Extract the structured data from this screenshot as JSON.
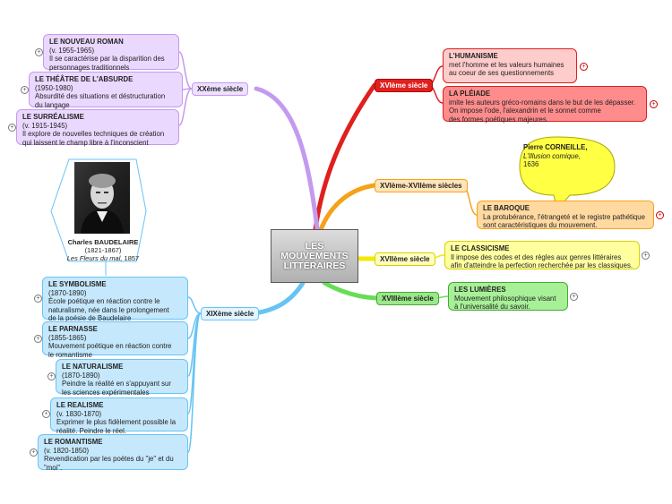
{
  "central": {
    "line1": "LES",
    "line2": "MOUVEMENTS",
    "line3": "LITTÉRAIRES"
  },
  "branches": {
    "xvi": "XVIème siècle",
    "xvi_xvii": "XVIème-XVIIème siècles",
    "xvii": "XVIIème siècle",
    "xviii": "XVIIIème siècle",
    "xx": "XXème siècle",
    "xix": "XIXème siècle"
  },
  "nodes": {
    "humanisme": {
      "title": "L'HUMANISME",
      "l1": "met l'homme et les valeurs humaines",
      "l2": "au coeur de ses questionnements"
    },
    "pleiade": {
      "title": "LA PLÉIADE",
      "l1": "imite les auteurs gréco-romains dans le but de les dépasser.",
      "l2": "On impose l'ode, l'alexandrin et le sonnet comme",
      "l3": "des formes poétiques majeures."
    },
    "baroque": {
      "title": "LE BAROQUE",
      "l1": "La protubérance, l'étrangeté et le registre pathétique",
      "l2": "sont caractéristiques du mouvement."
    },
    "classicisme": {
      "title": "LE CLASSICISME",
      "l1": "Il impose des codes et des règles aux genres littéraires",
      "l2": "afin d'atteindre la perfection recherchée par les classiques."
    },
    "lumieres": {
      "title": "LES LUMIÈRES",
      "l1": "Mouvement philosophique visant",
      "l2": "à l'universalité du savoir."
    },
    "nouveau_roman": {
      "title": "LE NOUVEAU ROMAN",
      "l1": "(v. 1955-1965)",
      "l2": "Il se caractérise par la disparition des",
      "l3": "personnages traditionnels"
    },
    "absurde": {
      "title": "LE THÉÂTRE DE L'ABSURDE",
      "l1": "(1950-1980)",
      "l2": "Absurdité des situations et déstructuration",
      "l3": "du langage"
    },
    "surrealisme": {
      "title": "LE SURRÉALISME",
      "l1": "(v. 1915-1945)",
      "l2": "Il explore de nouvelles techniques de création",
      "l3": "qui laissent le champ libre à l'inconscient"
    },
    "symbolisme": {
      "title": "LE SYMBOLISME",
      "l1": "(1870-1890)",
      "l2": "École poétique en réaction contre le",
      "l3": "naturalisme, née dans le prolongement",
      "l4": "de la poésie de Baudelaire"
    },
    "parnasse": {
      "title": "LE PARNASSE",
      "l1": "(1855-1865)",
      "l2": "Mouvement poétique en réaction contre",
      "l3": "le romantisme"
    },
    "naturalisme": {
      "title": "LE NATURALISME",
      "l1": "(1870-1890)",
      "l2": "Peindre la réalité en s'appuyant sur",
      "l3": "les sciences expérimentales"
    },
    "realisme": {
      "title": "LE REALISME",
      "l1": "(v. 1830-1870)",
      "l2": "Exprimer le plus fidèlement possible la",
      "l3": "réalité. Peindre le réel."
    },
    "romantisme": {
      "title": "LE ROMANTISME",
      "l1": "(v. 1820-1850)",
      "l2": "Revendication par les poètes du \"je\" et du",
      "l3": "\"moi\"."
    }
  },
  "callout": {
    "name": "Pierre CORNEILLE,",
    "work": "L'Illusion comique,",
    "year": "1636"
  },
  "portrait": {
    "name": "Charles BAUDELAIRE",
    "dates": "(1821-1867)",
    "work": "Les Fleurs du mal,",
    "year": " 1857"
  },
  "colors": {
    "red": "#e0201e",
    "orange": "#f5a21a",
    "yellow": "#f2e900",
    "green": "#66dd55",
    "purple": "#c49af0",
    "blue": "#66c4f4"
  }
}
